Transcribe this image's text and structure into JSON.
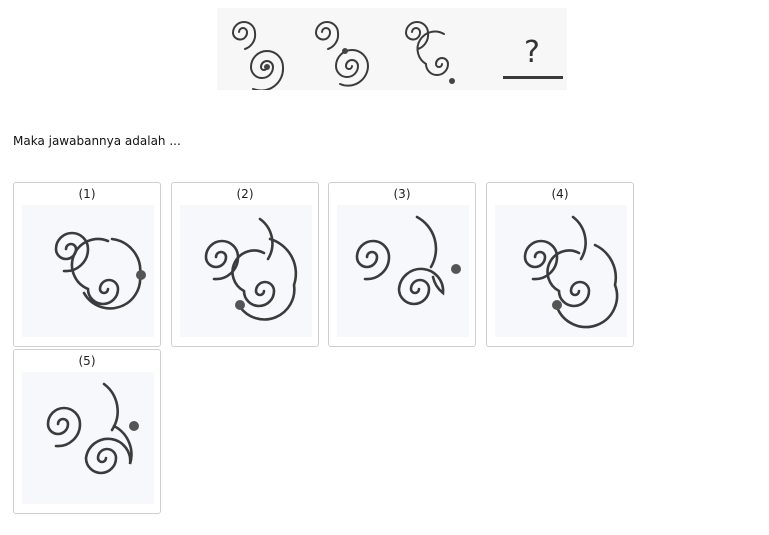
{
  "question": {
    "mark": "?"
  },
  "prompt": "Maka jawabannya adalah ...",
  "options": [
    {
      "label": "(1)"
    },
    {
      "label": "(2)"
    },
    {
      "label": "(3)"
    },
    {
      "label": "(4)"
    },
    {
      "label": "(5)"
    }
  ]
}
